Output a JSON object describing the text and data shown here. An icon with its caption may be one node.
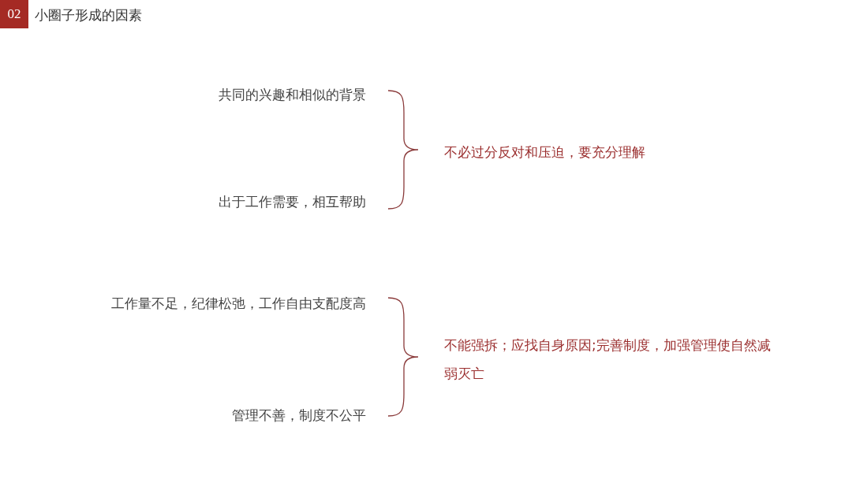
{
  "diagram": {
    "title": "小圈子形成的因素",
    "labels": [
      "02",
      "共同的兴趣和相似的背景",
      "不必过分反对和压迫，要充分理解",
      "出于工作需要，相互帮助",
      "工作量不足，纪律松弛，工作自由支配度高",
      "不能强拆；应找自身原因;完善制度，加强管理使自然减弱灭亡",
      "管理不善，制度不公平"
    ]
  }
}
